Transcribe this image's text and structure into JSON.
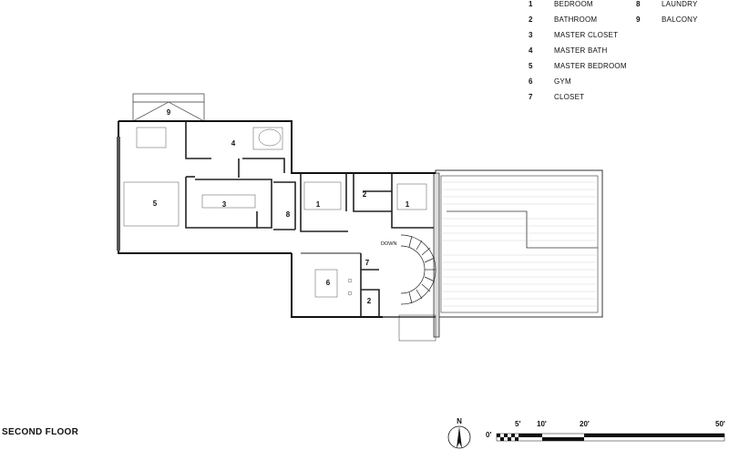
{
  "legend": {
    "items": [
      {
        "num": "1",
        "label": "BEDROOM"
      },
      {
        "num": "2",
        "label": "BATHROOM"
      },
      {
        "num": "3",
        "label": "MASTER  CLOSET"
      },
      {
        "num": "4",
        "label": "MASTER BATH"
      },
      {
        "num": "5",
        "label": "MASTER BEDROOM"
      },
      {
        "num": "6",
        "label": "GYM"
      },
      {
        "num": "7",
        "label": "CLOSET"
      },
      {
        "num": "8",
        "label": "LAUNDRY"
      },
      {
        "num": "9",
        "label": "BALCONY"
      }
    ]
  },
  "plan": {
    "title": "SECOND FLOOR",
    "stair_note": "DOWN",
    "rooms": {
      "balcony": "9",
      "master_bath": "4",
      "master_bedroom": "5",
      "master_closet": "3",
      "laundry": "8",
      "bedroom_a": "1",
      "bathroom_a": "2",
      "bedroom_b": "1",
      "closet": "7",
      "gym": "6",
      "bathroom_b": "2"
    }
  },
  "north_arrow": {
    "label": "N"
  },
  "scale_bar": {
    "labels": [
      "0'",
      "5'",
      "10'",
      "20'",
      "50'"
    ]
  }
}
